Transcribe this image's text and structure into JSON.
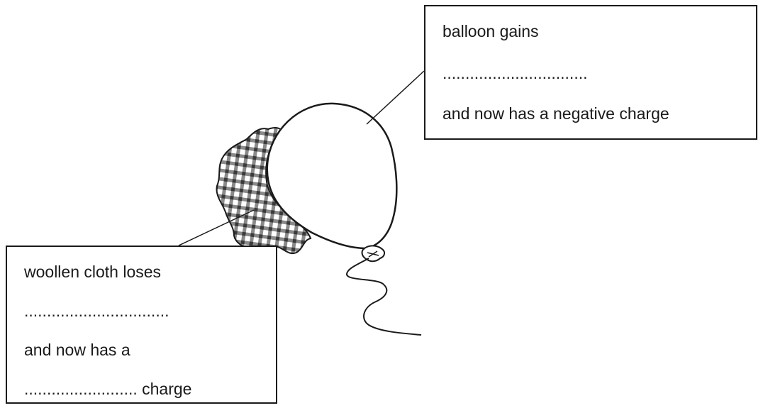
{
  "balloon_label": {
    "line1": "balloon gains",
    "line2": "................................",
    "line3": "and now has a negative charge"
  },
  "cloth_label": {
    "line1": "woollen cloth loses",
    "line2": "................................",
    "line3": "and now has a",
    "line4": "......................... charge"
  }
}
